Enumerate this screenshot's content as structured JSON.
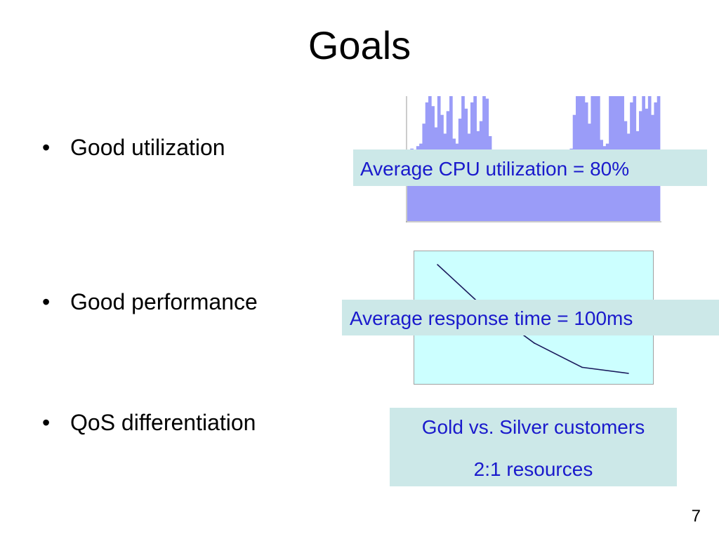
{
  "slide": {
    "title": "Goals",
    "page_number": "7"
  },
  "bullets": [
    {
      "marker": "•",
      "text": "Good utilization"
    },
    {
      "marker": "•",
      "text": "Good performance"
    },
    {
      "marker": "•",
      "text": "QoS differentiation"
    }
  ],
  "callouts": {
    "cpu": "Average CPU utilization = 80%",
    "response": "Average response time = 100ms",
    "qos_line1": "Gold vs. Silver customers",
    "qos_line2": "2:1 resources"
  },
  "colors": {
    "cpu_fill": "#9a9cf8",
    "response_bg": "#ccffff",
    "response_line": "#1a1a5c",
    "callout_bg": "#cce8e8",
    "callout_text": "#1a1acc"
  },
  "chart_data": [
    {
      "type": "area",
      "title": "",
      "xlabel": "",
      "ylabel": "",
      "ylim": [
        0,
        1
      ],
      "values": [
        0.55,
        0.58,
        0.56,
        0.6,
        0.62,
        0.78,
        0.95,
        1.0,
        0.92,
        0.75,
        1.0,
        0.85,
        0.7,
        0.88,
        1.0,
        0.66,
        0.62,
        0.82,
        1.0,
        0.9,
        0.7,
        0.95,
        1.0,
        0.72,
        0.8,
        1.0,
        0.98,
        0.68,
        0.55,
        0.55,
        0.55,
        0.55,
        0.55,
        0.55,
        0.55,
        0.55,
        0.55,
        0.55,
        0.55,
        0.55,
        0.55,
        0.55,
        0.55,
        0.55,
        0.55,
        0.55,
        0.55,
        0.55,
        0.55,
        0.55,
        0.55,
        0.55,
        0.55,
        0.55,
        0.58,
        0.85,
        1.0,
        1.0,
        1.0,
        0.95,
        0.78,
        1.0,
        1.0,
        1.0,
        0.65,
        0.6,
        0.62,
        1.0,
        1.0,
        1.0,
        1.0,
        1.0,
        0.8,
        0.7,
        0.95,
        1.0,
        0.72,
        0.88,
        1.0,
        0.9,
        1.0,
        0.85,
        0.95,
        1.0
      ]
    },
    {
      "type": "line",
      "title": "",
      "xlabel": "",
      "ylabel": "",
      "x": [
        0,
        1,
        2,
        3,
        4
      ],
      "values": [
        100,
        70,
        35,
        15,
        10
      ],
      "ylim": [
        0,
        110
      ]
    }
  ]
}
